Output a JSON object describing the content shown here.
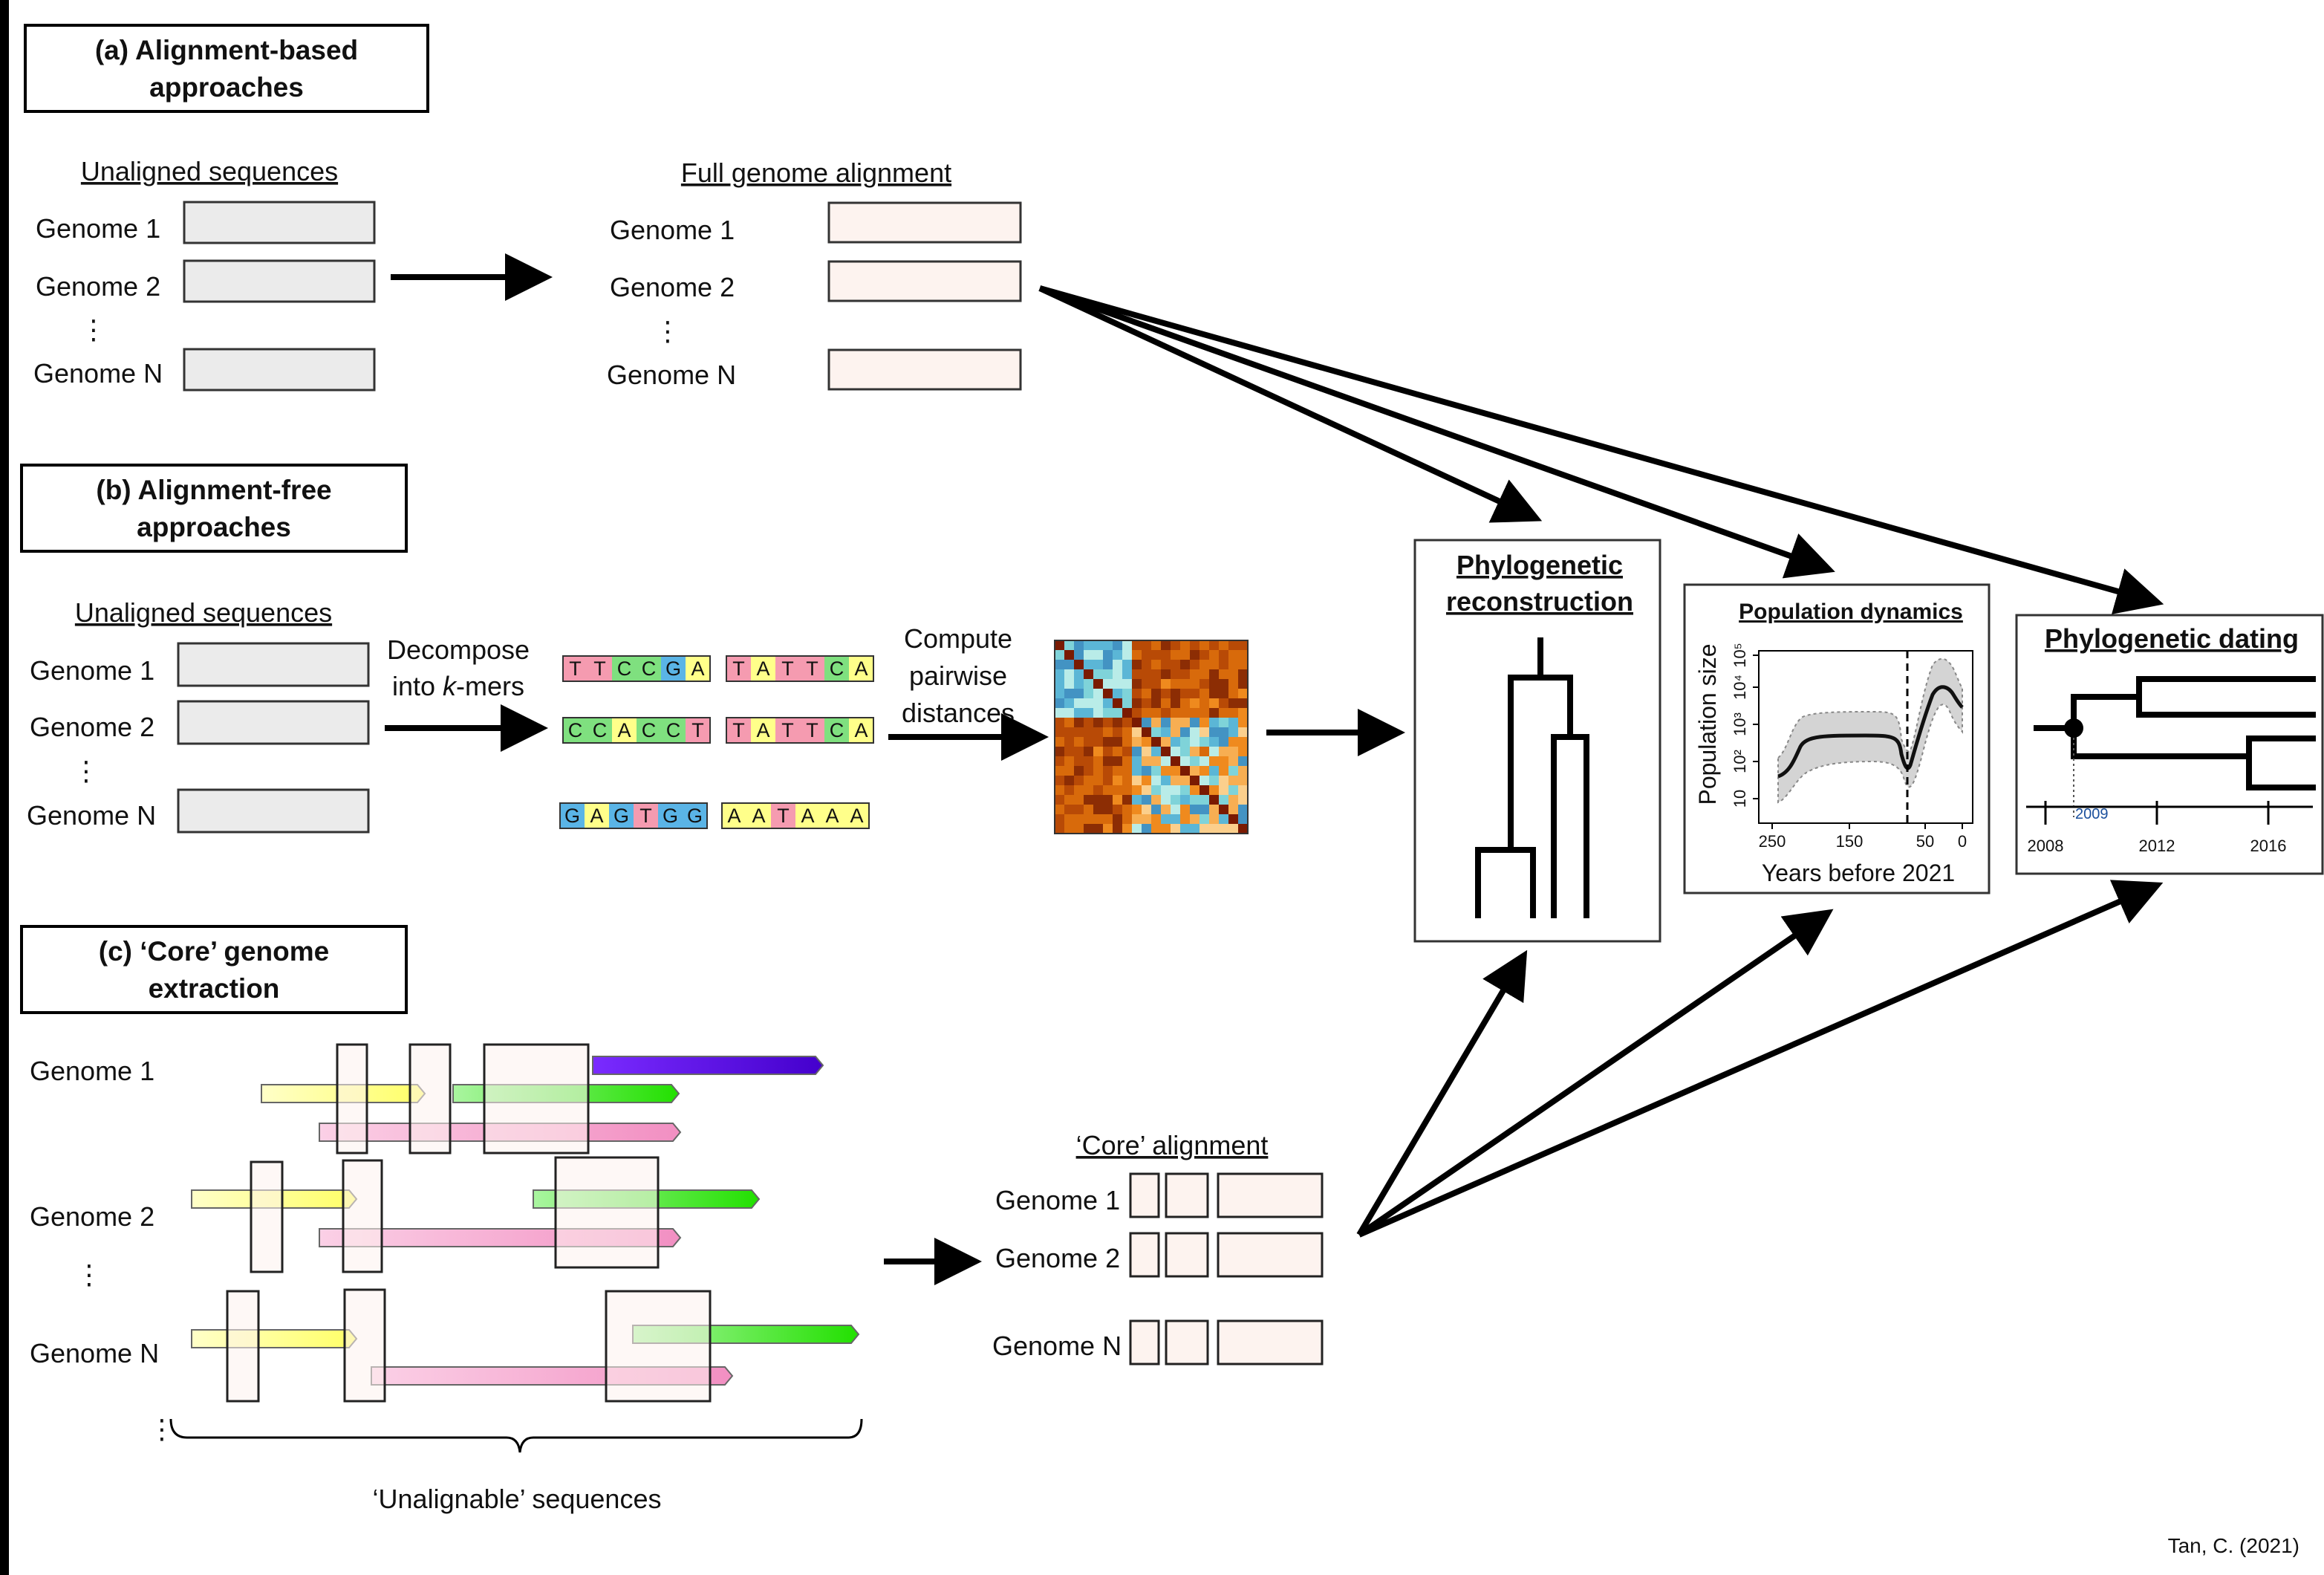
{
  "panels": {
    "a": {
      "title_line1": "(a) Alignment-based",
      "title_line2": "approaches",
      "unaligned_heading": "Unaligned sequences",
      "aligned_heading": "Full genome alignment",
      "genomes": [
        "Genome 1",
        "Genome 2",
        "Genome N"
      ]
    },
    "b": {
      "title_line1": "(b) Alignment-free",
      "title_line2": "approaches",
      "unaligned_heading": "Unaligned sequences",
      "genomes": [
        "Genome 1",
        "Genome 2",
        "Genome N"
      ],
      "decompose_line1": "Decompose",
      "decompose_line2_prefix": "into ",
      "decompose_line2_k": "k",
      "decompose_line2_suffix": "-mers",
      "compute_line1": "Compute",
      "compute_line2": "pairwise",
      "compute_line3": "distances",
      "kmers": [
        [
          "TTCCGA",
          "TATTCA"
        ],
        [
          "CCACCT",
          "TATTCA"
        ],
        [
          "GAGTGG",
          "AATAAA"
        ]
      ]
    },
    "c": {
      "title_line1": "(c) ‘Core’ genome",
      "title_line2": "extraction",
      "genomes": [
        "Genome 1",
        "Genome 2",
        "Genome N"
      ],
      "core_heading": "‘Core’ alignment",
      "unalignable_label": "‘Unalignable’ sequences"
    }
  },
  "outputs": {
    "phylo_title_line1": "Phylogenetic",
    "phylo_title_line2": "reconstruction",
    "popdyn_title": "Population dynamics",
    "popdyn_ylabel": "Population size",
    "popdyn_xlabel": "Years before 2021",
    "popdyn_yticks": [
      "10",
      "10²",
      "10³",
      "10⁴",
      "10⁵"
    ],
    "popdyn_xticks": [
      "250",
      "150",
      "50",
      "0"
    ],
    "dating_title": "Phylogenetic dating",
    "dating_xticks": [
      "2008",
      "2012",
      "2016"
    ],
    "dating_node_label": "2009"
  },
  "credit": "Tan, C. (2021)",
  "colors": {
    "seq_grey": "#ebebeb",
    "seq_peach": "#fdf3ef",
    "nuc_A": "#ffff8a",
    "nuc_T": "#f59bb0",
    "nuc_C": "#7fe07f",
    "nuc_G": "#5ab4e6",
    "gene_yellow": "#ffff99",
    "gene_green": "#33ee11",
    "gene_pink": "#f7a8d0",
    "gene_purple": "#6611ee"
  }
}
